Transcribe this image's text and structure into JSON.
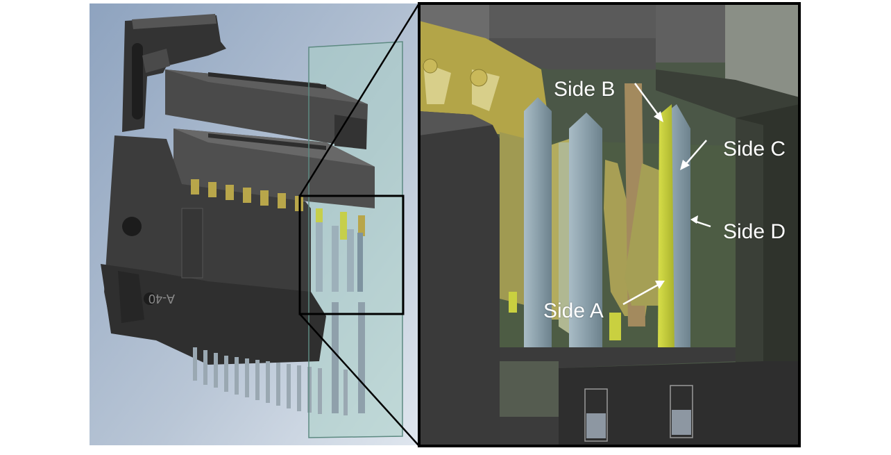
{
  "labels": {
    "side_a": "Side A",
    "side_b": "Side B",
    "side_c": "Side C",
    "side_d": "Side D"
  },
  "colors": {
    "housing": "#3f3f3f",
    "pins": "#8fa3ad",
    "contacts_yellow": "#c8cf40",
    "contacts_tan": "#a8a060",
    "plane": "#9fc7c0",
    "interior_green": "#4d5c44",
    "frame": "#000000"
  }
}
